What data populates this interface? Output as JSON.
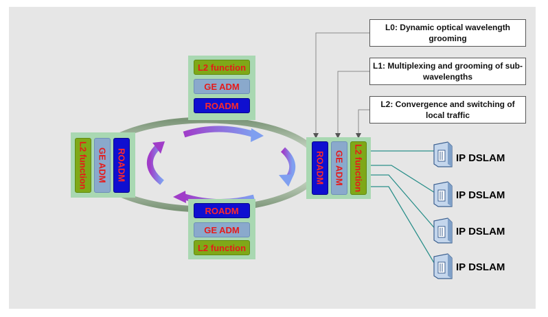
{
  "nodes": {
    "top": {
      "l2": "L2 function",
      "ge": "GE ADM",
      "roadm": "ROADM"
    },
    "left": {
      "l2": "L2 function",
      "ge": "GE ADM",
      "roadm": "ROADM"
    },
    "bottom": {
      "roadm": "ROADM",
      "ge": "GE ADM",
      "l2": "L2 function"
    },
    "right": {
      "roadm": "ROADM",
      "ge": "GE ADM",
      "l2": "L2 function"
    }
  },
  "callouts": [
    "L0: Dynamic optical wavelength grooming",
    "L1: Multiplexing and grooming of sub-wavelengths",
    "L2: Convergence and switching of local traffic"
  ],
  "dslams": [
    "IP DSLAM",
    "IP DSLAM",
    "IP DSLAM",
    "IP DSLAM"
  ],
  "colors": {
    "ring": "#8faa8a",
    "arrow": "#9b3fc0",
    "node_bg": "#a9d8b2",
    "link": "#2a8f8a"
  }
}
